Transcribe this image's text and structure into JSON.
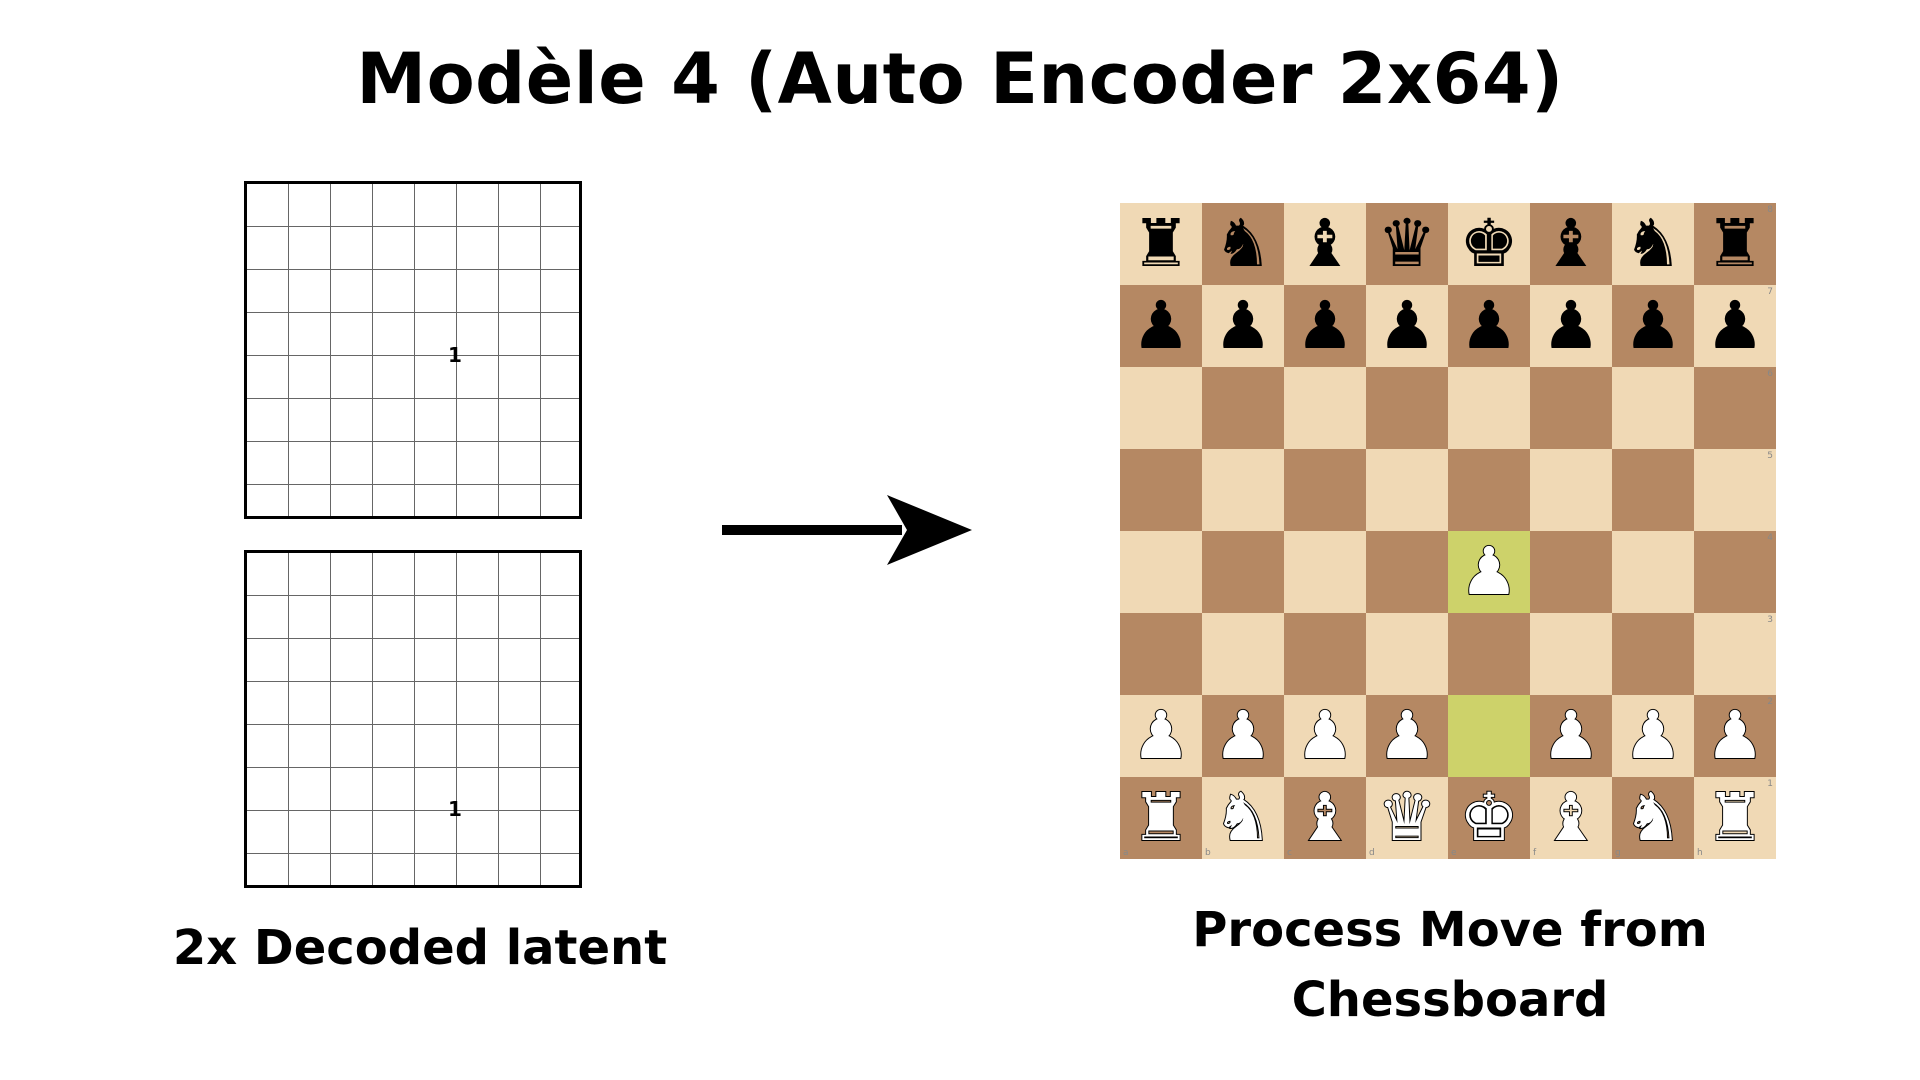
{
  "title": "Modèle 4 (Auto Encoder 2x64)",
  "latent": {
    "caption": "2x Decoded latent",
    "grid_top_value": "1",
    "grid_bottom_value": "1"
  },
  "board": {
    "caption": "Process Move from Chessboard",
    "ranks": [
      "8",
      "7",
      "6",
      "5",
      "4",
      "3",
      "2",
      "1"
    ],
    "files": [
      "a",
      "b",
      "c",
      "d",
      "e",
      "f",
      "g",
      "h"
    ],
    "pieces": {
      "8": [
        "r",
        "n",
        "b",
        "q",
        "k",
        "b",
        "n",
        "r"
      ],
      "7": [
        "p",
        "p",
        "p",
        "p",
        "p",
        "p",
        "p",
        "p"
      ],
      "6": [
        "",
        "",
        "",
        "",
        "",
        "",
        "",
        ""
      ],
      "5": [
        "",
        "",
        "",
        "",
        "",
        "",
        "",
        ""
      ],
      "4": [
        "",
        "",
        "",
        "",
        "P",
        "",
        "",
        ""
      ],
      "3": [
        "",
        "",
        "",
        "",
        "",
        "",
        "",
        ""
      ],
      "2": [
        "P",
        "P",
        "P",
        "P",
        "",
        "P",
        "P",
        "P"
      ],
      "1": [
        "R",
        "N",
        "B",
        "Q",
        "K",
        "B",
        "N",
        "R"
      ]
    },
    "highlighted_squares": [
      "e2",
      "e4"
    ],
    "colors": {
      "light": "#f0d9b5",
      "dark": "#b58863",
      "highlight": "#cdd26a"
    }
  }
}
